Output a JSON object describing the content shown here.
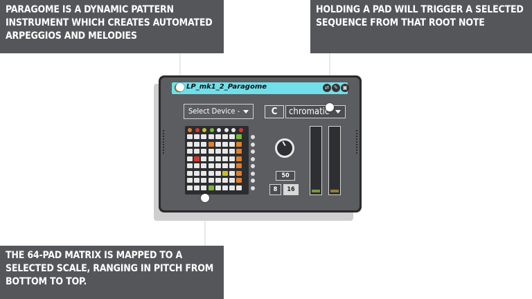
{
  "callouts": {
    "paragome": "Paragome is a dynamic pattern instrument which creates automated arpeggios and melodies",
    "hold_pad": "Holding a pad will trigger a selected sequence from that root note",
    "matrix": "The 64-pad matrix is mapped to a selected scale, ranging in pitch from bottom to top."
  },
  "device": {
    "title": "LP_mk1_2_Paragome",
    "device_select": "Select Device -",
    "root_note": "C",
    "scale": "chromatic",
    "number_top": "50",
    "number_left": "8",
    "number_right": "16"
  },
  "colors": {
    "callout_bg": "#55565a",
    "titlebar": "#6fe0ea",
    "meter_left": "#7a9a3a",
    "meter_right": "#9a7a3a"
  }
}
